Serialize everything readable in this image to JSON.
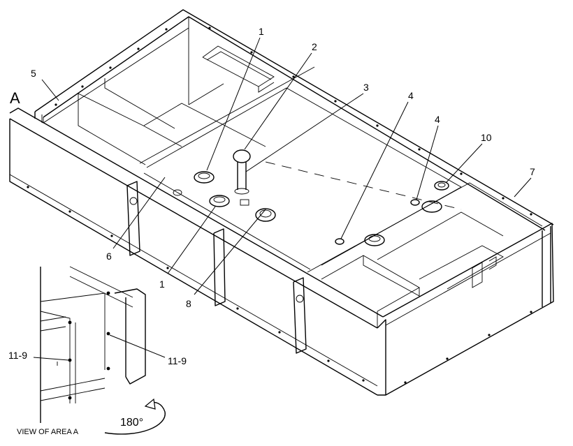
{
  "view_label": "A",
  "view_caption": "VIEW OF AREA A",
  "rotation_label": "180°",
  "callouts": [
    "1",
    "2",
    "3",
    "4",
    "4",
    "10",
    "5",
    "7",
    "6",
    "1",
    "8"
  ],
  "detail_callouts": [
    "11-9",
    "11-9"
  ]
}
